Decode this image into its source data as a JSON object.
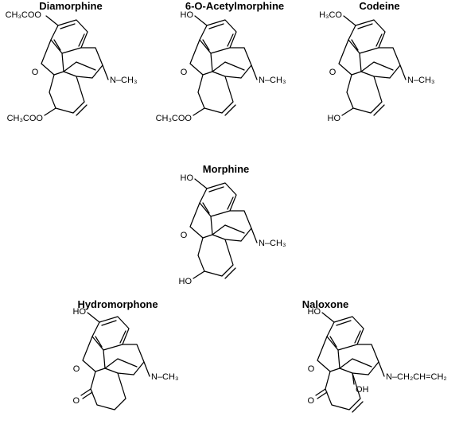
{
  "molecules": [
    {
      "name": "Diamorphine",
      "labels": {
        "top_sub": "CH₃COO",
        "ring_o": "O",
        "bottom_sub": "CH₃COO",
        "amine": "N–CH₃",
        "extra": ""
      }
    },
    {
      "name": "6-O-Acetylmorphine",
      "labels": {
        "top_sub": "HO",
        "ring_o": "O",
        "bottom_sub": "CH₃COO",
        "amine": "N–CH₃",
        "extra": ""
      }
    },
    {
      "name": "Codeine",
      "labels": {
        "top_sub": "H₃CO",
        "ring_o": "O",
        "bottom_sub": "HO",
        "amine": "N–CH₃",
        "extra": ""
      }
    },
    {
      "name": "Morphine",
      "labels": {
        "top_sub": "HO",
        "ring_o": "O",
        "bottom_sub": "HO",
        "amine": "N–CH₃",
        "extra": ""
      }
    },
    {
      "name": "Hydromorphone",
      "labels": {
        "top_sub": "HO",
        "ring_o": "O",
        "bottom_sub": "O",
        "amine": "N–CH₃",
        "extra": ""
      }
    },
    {
      "name": "Naloxone",
      "labels": {
        "top_sub": "HO",
        "ring_o": "O",
        "bottom_sub": "O",
        "amine": "N–CH₂CH=CH₂",
        "extra": "OH"
      }
    }
  ]
}
